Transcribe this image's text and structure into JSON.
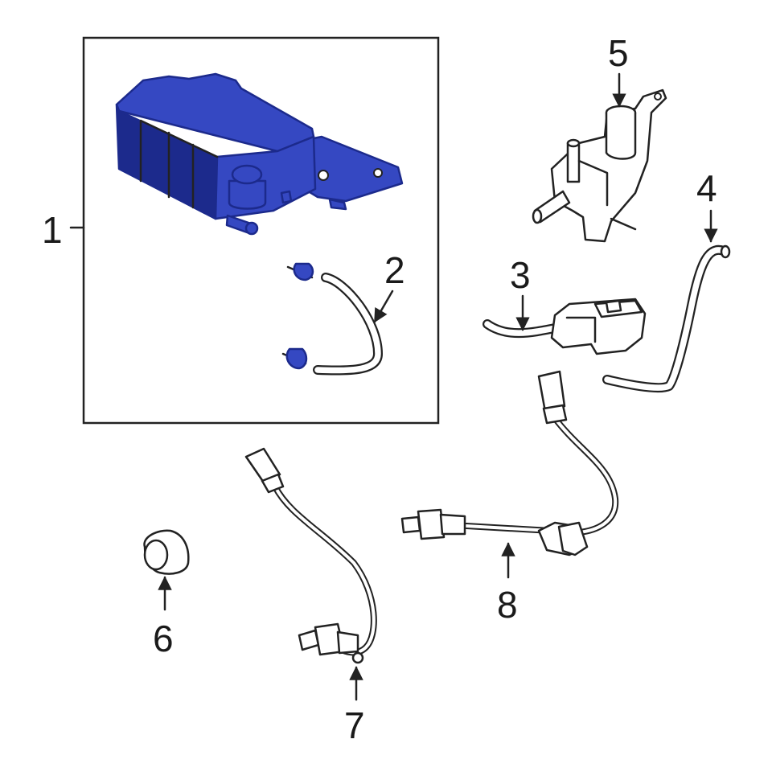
{
  "colors": {
    "highlight_fill": "#3548c2",
    "highlight_dark": "#1c2a8c",
    "line": "#222222",
    "background": "#ffffff"
  },
  "callouts": [
    {
      "id": "1",
      "label": "1"
    },
    {
      "id": "2",
      "label": "2"
    },
    {
      "id": "3",
      "label": "3"
    },
    {
      "id": "4",
      "label": "4"
    },
    {
      "id": "5",
      "label": "5"
    },
    {
      "id": "6",
      "label": "6"
    },
    {
      "id": "7",
      "label": "7"
    },
    {
      "id": "8",
      "label": "8"
    }
  ]
}
